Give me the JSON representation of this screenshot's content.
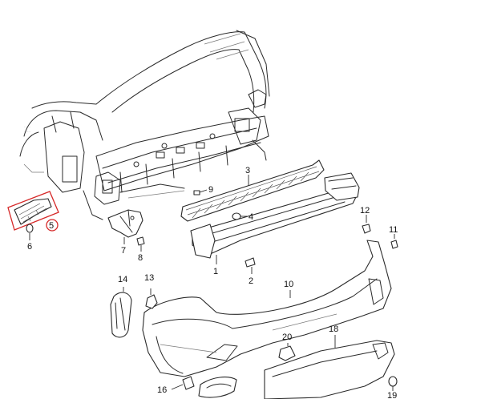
{
  "callouts": {
    "c1": "1",
    "c2": "2",
    "c3": "3",
    "c4": "4",
    "c5": "5",
    "c6": "6",
    "c7": "7",
    "c8": "8",
    "c9": "9",
    "c10": "10",
    "c11": "11",
    "c12": "12",
    "c13": "13",
    "c14": "14",
    "c16": "16",
    "c18": "18",
    "c19": "19",
    "c20": "20"
  },
  "highlight": {
    "part_number": "5",
    "color": "#d62828"
  },
  "colors": {
    "line": "#2a2a2a",
    "background": "#ffffff"
  }
}
